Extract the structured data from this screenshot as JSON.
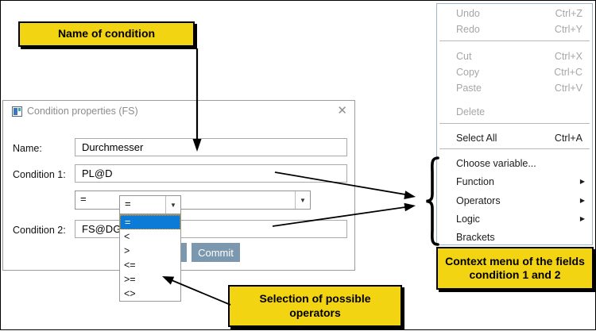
{
  "callouts": {
    "name_of_condition": "Name of condition",
    "selection_line1": "Selection of possible",
    "selection_line2": "operators",
    "context_menu_line1": "Context menu  of the fields",
    "context_menu_line2": "condition 1 and 2"
  },
  "dialog": {
    "title": "Condition properties (FS)",
    "name_label": "Name:",
    "name_value": "Durchmesser",
    "condition1_label": "Condition 1:",
    "condition1_value": "PL@D",
    "condition2_label": "Condition 2:",
    "condition2_value": "FS@DG",
    "commit_label": "Commit"
  },
  "operator_dropdown": {
    "value": "=",
    "options": [
      "=",
      "<",
      ">",
      "<=",
      ">=",
      "<>"
    ],
    "selected_index": 0
  },
  "context_menu": {
    "items": [
      {
        "label": "Undo",
        "shortcut": "Ctrl+Z",
        "enabled": false,
        "submenu": false
      },
      {
        "label": "Redo",
        "shortcut": "Ctrl+Y",
        "enabled": false,
        "submenu": false
      },
      {
        "label": "Cut",
        "shortcut": "Ctrl+X",
        "enabled": false,
        "submenu": false
      },
      {
        "label": "Copy",
        "shortcut": "Ctrl+C",
        "enabled": false,
        "submenu": false
      },
      {
        "label": "Paste",
        "shortcut": "Ctrl+V",
        "enabled": false,
        "submenu": false
      },
      {
        "label": "Delete",
        "shortcut": "",
        "enabled": false,
        "submenu": false
      },
      {
        "label": "Select All",
        "shortcut": "Ctrl+A",
        "enabled": true,
        "submenu": false
      },
      {
        "label": "Choose variable...",
        "shortcut": "",
        "enabled": true,
        "submenu": false
      },
      {
        "label": "Function",
        "shortcut": "",
        "enabled": true,
        "submenu": true
      },
      {
        "label": "Operators",
        "shortcut": "",
        "enabled": true,
        "submenu": true
      },
      {
        "label": "Logic",
        "shortcut": "",
        "enabled": true,
        "submenu": true
      },
      {
        "label": "Brackets",
        "shortcut": "",
        "enabled": true,
        "submenu": false
      }
    ]
  },
  "icons": {
    "close": "✕",
    "dropdown_arrow": "▼",
    "submenu_arrow": "▶"
  },
  "colors": {
    "callout_yellow": "#f2d412",
    "selection_blue": "#0b7bd7",
    "commit_button": "#7b98ae",
    "disabled_text": "#a6a6a6",
    "title_text": "#8c8c8c"
  }
}
